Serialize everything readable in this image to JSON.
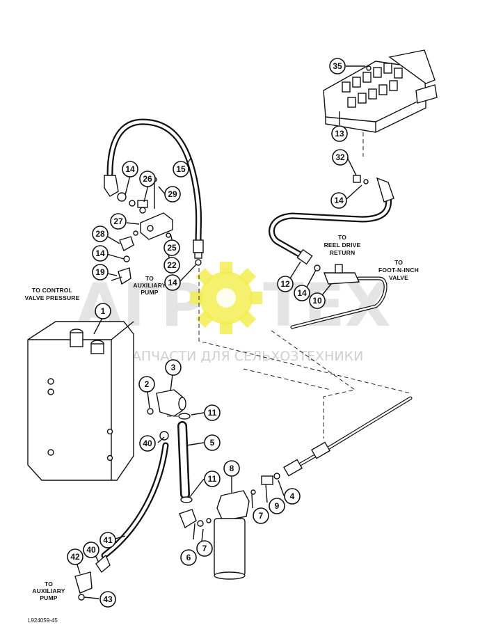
{
  "callouts": [
    "1",
    "2",
    "3",
    "4",
    "5",
    "6",
    "7",
    "7",
    "8",
    "9",
    "10",
    "11",
    "11",
    "12",
    "13",
    "14",
    "14",
    "14",
    "14",
    "14",
    "15",
    "19",
    "22",
    "25",
    "26",
    "27",
    "28",
    "29",
    "32",
    "35",
    "40",
    "40",
    "41",
    "42",
    "43"
  ],
  "notes": {
    "control_valve": [
      "TO CONTROL",
      "VALVE PRESSURE"
    ],
    "aux_pump_upper": [
      "TO",
      "AUXILIARY",
      "PUMP"
    ],
    "aux_pump_lower": [
      "TO",
      "AUXILIARY",
      "PUMP"
    ],
    "reel_drive": [
      "TO",
      "REEL DRIVE",
      "RETURN"
    ],
    "foot_n_inch": [
      "TO",
      "FOOT-N-INCH",
      "VALVE"
    ]
  },
  "watermark": {
    "brand": "АГРОТЕХ",
    "tagline": "ЗАПЧАСТИ ДЛЯ СЕЛЬХОЗТЕХНИКИ"
  },
  "figure_ref": "L924059-45",
  "colors": {
    "ink": "#111111",
    "watermark_gray": "#cfcfcf",
    "watermark_gear": "#f3ee52"
  }
}
